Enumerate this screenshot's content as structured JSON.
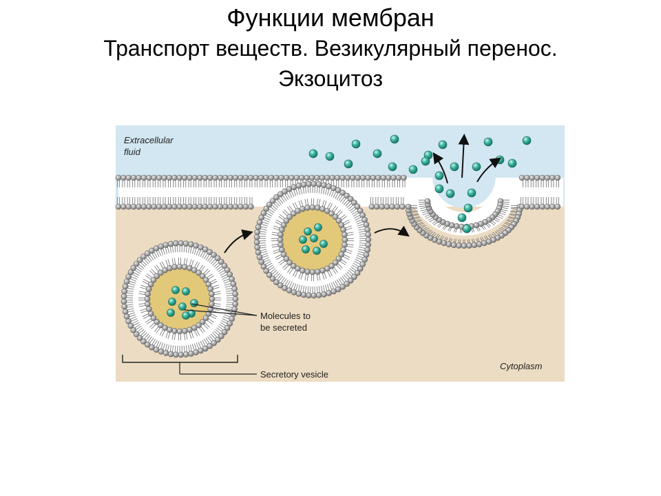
{
  "title": {
    "line1": "Функции мембран",
    "line2": "Транспорт веществ. Везикулярный перенос.",
    "line3": "Экзоцитоз"
  },
  "figure": {
    "labels": {
      "extracellular_1": "Extracellular",
      "extracellular_2": "fluid",
      "cytoplasm": "Cytoplasm",
      "molecules_1": "Molecules to",
      "molecules_2": "be secreted",
      "vesicle": "Secretory vesicle"
    },
    "colors": {
      "extracellular": "#d3e7f2",
      "cytoplasm": "#ecdcc3",
      "lumen": "#e2c879",
      "head": "#9a9a9a",
      "head_highlight": "#e4e4e4",
      "molecule": "#2a9d8a",
      "molecule_highlight": "#c8f2e8"
    },
    "icons": [
      "phospholipid-head-icon",
      "molecule-icon",
      "arrow-icon"
    ]
  }
}
